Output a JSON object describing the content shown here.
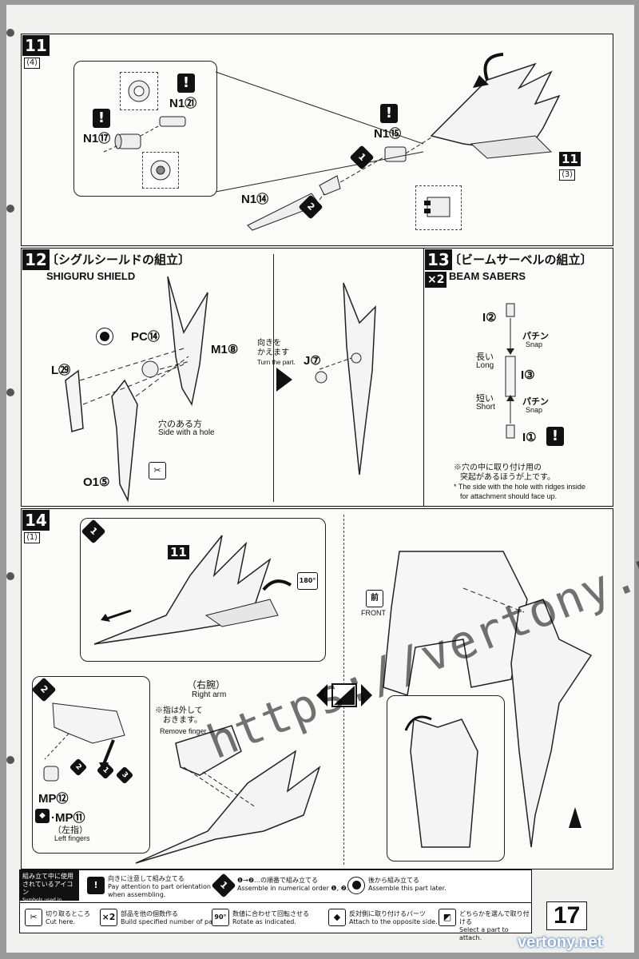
{
  "step11": {
    "number": "11",
    "sub": "⟨4⟩",
    "part_n1_17": "N1⑰",
    "part_n1_21": "N1㉑",
    "part_n1_15": "N1⑮",
    "part_n1_14": "N1⑭",
    "ref_number": "11",
    "ref_sub": "⟨3⟩",
    "order_1": "1",
    "order_2": "2"
  },
  "step12": {
    "number": "12",
    "title_jp": "〔シグルシールドの組立〕",
    "title_en": "SHIGURU SHIELD",
    "part_l29": "L㉙",
    "part_pc14": "PC⑭",
    "part_m18": "M1⑧",
    "part_o15": "O1⑤",
    "part_j7": "J⑦",
    "hole_jp": "穴のある方",
    "hole_en": "Side with a hole",
    "turn_jp1": "向きを",
    "turn_jp2": "かえます",
    "turn_en": "Turn the part."
  },
  "step13": {
    "number": "13",
    "count": "×2",
    "title_jp": "〔ビームサーベルの組立〕",
    "title_en": "BEAM SABERS",
    "part_i2": "I②",
    "part_i3": "I③",
    "part_i1": "I①",
    "long_jp": "長い",
    "long_en": "Long",
    "short_jp": "短い",
    "short_en": "Short",
    "snap_jp": "パチン",
    "snap_en": "Snap",
    "note_jp1": "※穴の中に取り付け用の",
    "note_jp2": "突起があるほうが上です。",
    "note_en1": "* The side with the hole with ridges inside",
    "note_en2": "for attachment should face up."
  },
  "step14": {
    "number": "14",
    "sub": "⟨1⟩",
    "sub1": "1",
    "sub2": "2",
    "ref_number": "11",
    "rotate": "180°",
    "front_jp": "前",
    "front_en": "FRONT",
    "right_arm_jp": "（右腕）",
    "right_arm_en": "Right arm",
    "remove_jp1": "※指は外して",
    "remove_jp2": "おきます。",
    "remove_en": "Remove finger.",
    "part_mp12": "MP⑫",
    "part_mp11": "·MP⑪",
    "left_fingers_jp": "（左指）",
    "left_fingers_en": "Left fingers",
    "order_1": "1",
    "order_2": "2",
    "order_3": "3"
  },
  "legend": {
    "head_jp1": "組み立て中に使用",
    "head_jp2": "されているアイコン",
    "head_en": "Symbols used in instructions",
    "l1_jp": "向きに注意して組み立てる",
    "l1_en1": "Pay attention to part orientation",
    "l1_en2": "when assembling.",
    "l2_jp": "❶→❷…の順番で組み立てる",
    "l2_en": "Assemble in numerical order ❶, ❷...",
    "l3_jp": "後から組み立てる",
    "l3_en": "Assemble this part later.",
    "l4_jp": "切り取るところ",
    "l4_en": "Cut here.",
    "l5_jp": "部品を他の個数作る",
    "l5_en": "Build specified number of parts.",
    "l6_jp": "数値に合わせて回転させる",
    "l6_en": "Rotate as indicated.",
    "l7_jp": "反対側に取り付けるパーツ",
    "l7_en": "Attach to the opposite side.",
    "l8_jp": "どちらかを選んで取り付ける",
    "l8_en": "Select a part to attach.",
    "x2": "×2",
    "deg90": "90°"
  },
  "page_number": "17",
  "watermark": "https://vertony.net/",
  "site": "vertony.net"
}
